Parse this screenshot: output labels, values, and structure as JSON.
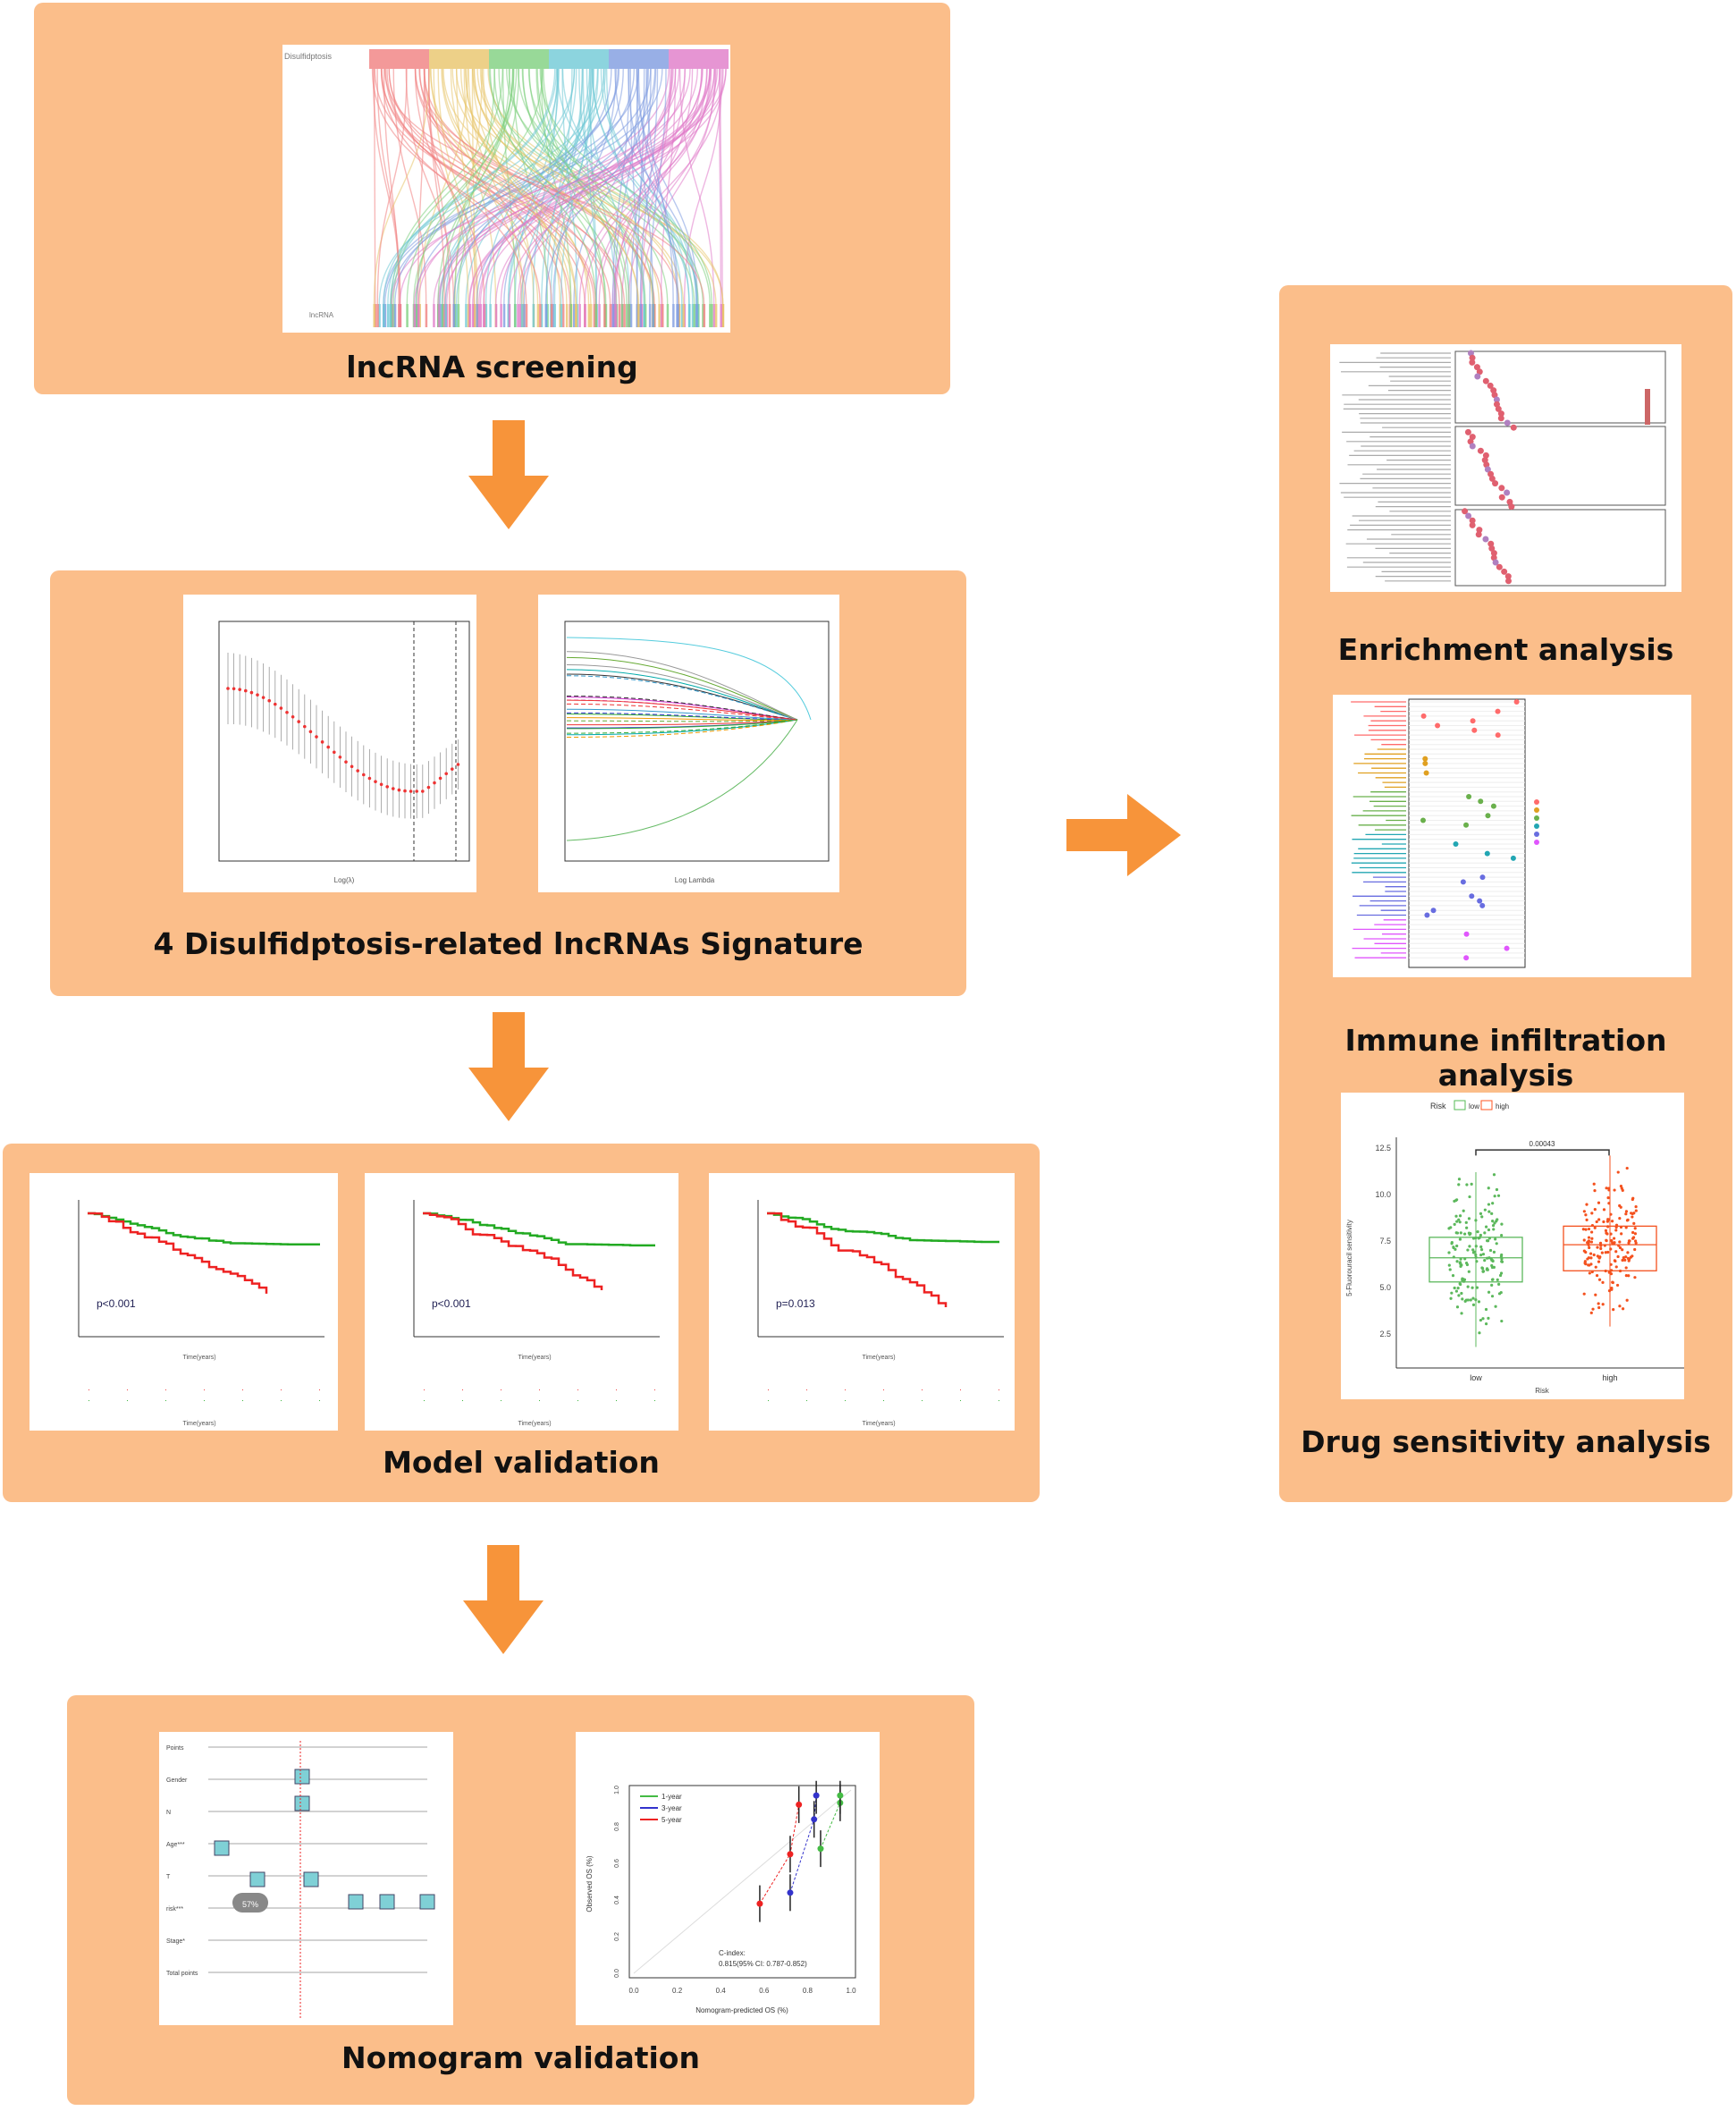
{
  "colors": {
    "panel": "#FBBE8A",
    "arrow": "#F7943A",
    "low": "#4CAF50",
    "high": "#F4511E"
  },
  "panels": {
    "screening": {
      "title": "lncRNA screening",
      "sankey_top": "Disulfidptosis",
      "sankey_bottom": "lncRNA"
    },
    "signature": {
      "title": "4 Disulfidptosis-related lncRNAs Signature",
      "cv_xlabel": "Log(λ)",
      "path_xlabel": "Log Lambda"
    },
    "validation": {
      "title": "Model validation",
      "km": [
        {
          "p": "p<0.001",
          "xlabel": "Time(years)"
        },
        {
          "p": "p<0.001",
          "xlabel": "Time(years)"
        },
        {
          "p": "p=0.013",
          "xlabel": "Time(years)"
        }
      ]
    },
    "nomogram": {
      "title": "Nomogram validation",
      "rows": [
        "Points",
        "Gender",
        "N",
        "Age***",
        "T",
        "risk***",
        "Stage*",
        "Total points"
      ],
      "badge": "57%",
      "calibration": {
        "legend": [
          "1-year",
          "3-year",
          "5-year"
        ],
        "cindex_label": "C-index:",
        "cindex_value": "0.815(95% CI: 0.787-0.852)",
        "xlabel": "Nomogram-predicted OS (%)",
        "ylabel": "Observed OS (%)",
        "ticks": [
          "0.0",
          "0.2",
          "0.4",
          "0.6",
          "0.8",
          "1.0"
        ]
      }
    },
    "enrichment": {
      "title": "Enrichment analysis"
    },
    "immune": {
      "title": "Immune infiltration analysis"
    },
    "drug": {
      "title": "Drug sensitivity analysis",
      "legend_title": "Risk",
      "groups": [
        "low",
        "high"
      ],
      "pvalue": "0.00043",
      "ylabel": "5-Fluorouracil sensitivity",
      "xlabel": "Risk",
      "yticks": [
        "12.5",
        "10.0",
        "7.5",
        "5.0",
        "2.5"
      ]
    }
  }
}
